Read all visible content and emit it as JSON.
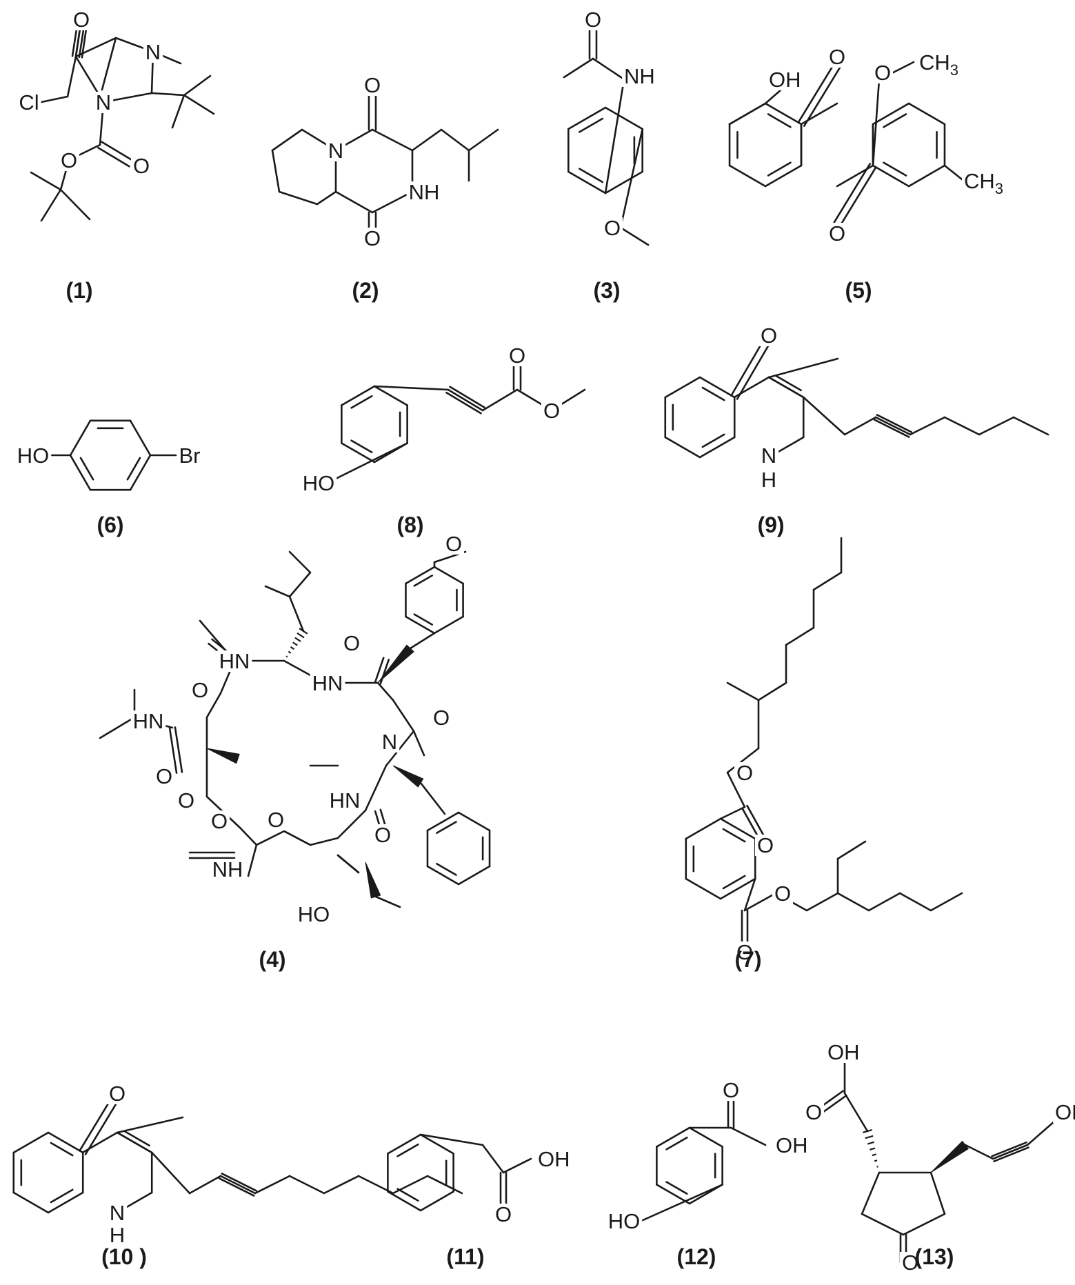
{
  "figure": {
    "background": "#ffffff",
    "ink": "#1a1a1a",
    "compounds": [
      {
        "id": "c1",
        "label": "(1)"
      },
      {
        "id": "c2",
        "label": "(2)"
      },
      {
        "id": "c3",
        "label": "(3)"
      },
      {
        "id": "c5",
        "label": "(5)"
      },
      {
        "id": "c6",
        "label": "(6)"
      },
      {
        "id": "c8",
        "label": "(8)"
      },
      {
        "id": "c9",
        "label": "(9)"
      },
      {
        "id": "c4",
        "label": "(4)"
      },
      {
        "id": "c7",
        "label": "(7)"
      },
      {
        "id": "c10",
        "label": "(10 )"
      },
      {
        "id": "c11",
        "label": "(11)"
      },
      {
        "id": "c12",
        "label": "(12)"
      },
      {
        "id": "c13",
        "label": "(13)"
      }
    ],
    "atom_labels": {
      "O": "O",
      "N": "N",
      "NH": "NH",
      "HN": "HN",
      "H": "H",
      "Cl": "Cl",
      "Br": "Br",
      "HO": "HO",
      "OH": "OH",
      "CH3": "CH",
      "sub3": "3"
    }
  }
}
